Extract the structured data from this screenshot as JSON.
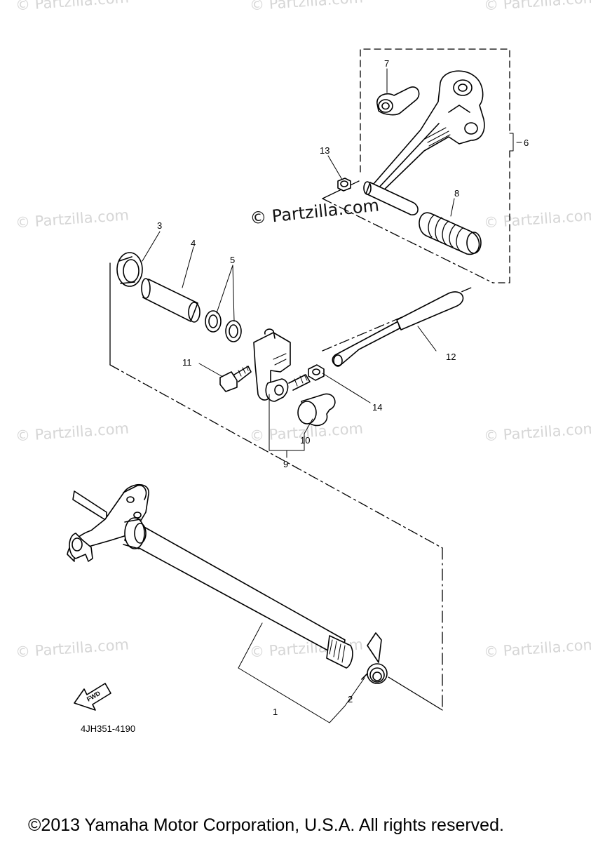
{
  "watermark": {
    "text": "© Partzilla.com",
    "main_text": "© Partzilla.com"
  },
  "callouts": {
    "c1": "1",
    "c2": "2",
    "c3": "3",
    "c4": "4",
    "c5": "5",
    "c6": "6",
    "c7": "7",
    "c8": "8",
    "c9": "9",
    "c10": "10",
    "c11": "11",
    "c12": "12",
    "c13": "13",
    "c14": "14"
  },
  "fwd_label": "FWD",
  "diagram_code": "4JH351-4190",
  "copyright": "©2013 Yamaha Motor Corporation, U.S.A. All rights reserved."
}
